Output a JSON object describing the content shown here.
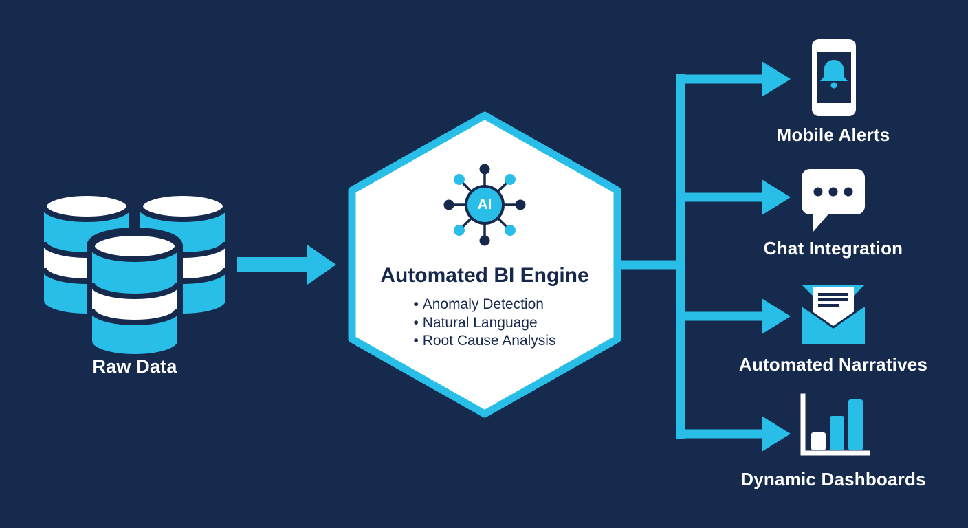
{
  "colors": {
    "background": "#152A4D",
    "accent": "#29BEE8",
    "ink": "#16294C",
    "white": "#FFFFFF"
  },
  "source": {
    "label": "Raw Data"
  },
  "engine": {
    "ai_badge": "AI",
    "title": "Automated BI Engine",
    "features": [
      "Anomaly Detection",
      "Natural Language",
      "Root Cause Analysis"
    ]
  },
  "outputs": [
    {
      "label": "Mobile Alerts",
      "icon": "mobile-phone-bell-icon"
    },
    {
      "label": "Chat Integration",
      "icon": "chat-bubble-icon"
    },
    {
      "label": "Automated Narratives",
      "icon": "envelope-letter-icon"
    },
    {
      "label": "Dynamic Dashboards",
      "icon": "bar-chart-icon"
    }
  ]
}
